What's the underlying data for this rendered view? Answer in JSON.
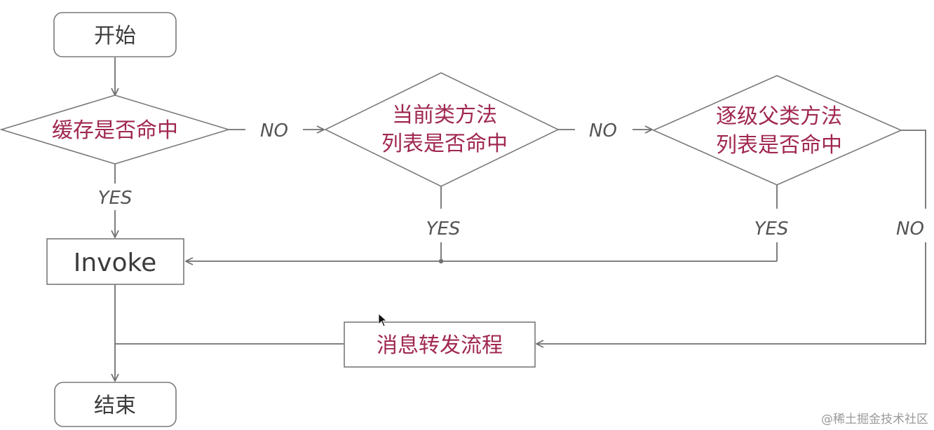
{
  "nodes": {
    "start": "开始",
    "cache_check": "缓存是否命中",
    "current_method_line1": "当前类方法",
    "current_method_line2": "列表是否命中",
    "parent_method_line1": "逐级父类方法",
    "parent_method_line2": "列表是否命中",
    "invoke": "Invoke",
    "forwarding": "消息转发流程",
    "end": "结束"
  },
  "edges": {
    "cache_no": "NO",
    "current_no": "NO",
    "cache_yes": "YES",
    "current_yes": "YES",
    "parent_yes": "YES",
    "parent_no": "NO"
  },
  "watermark": "@稀土掘金技术社区",
  "colors": {
    "label_accent": "#a0284f",
    "label_dark": "#3c3c3c",
    "line": "#707070"
  }
}
